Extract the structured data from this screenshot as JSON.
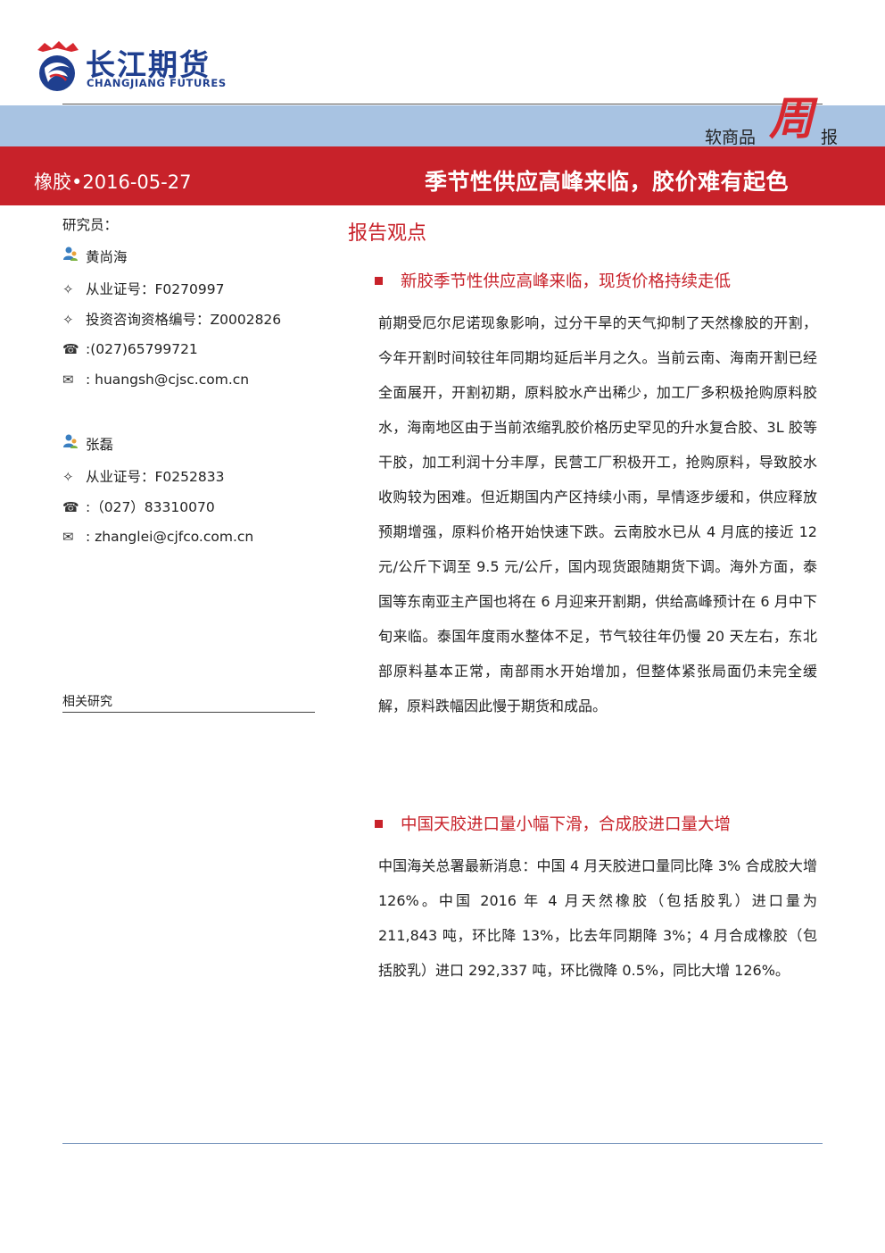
{
  "header": {
    "logo_cn": "长江期货",
    "logo_en": "CHANGJIANG FUTURES",
    "category": "软商品",
    "zhou": "周",
    "bao": "报",
    "dateline": "橡胶•2016-05-27",
    "title": "季节性供应高峰来临，胶价难有起色",
    "colors": {
      "blue_band": "#a8c3e2",
      "red_band": "#c8222a",
      "accent_red": "#d7282f",
      "logo_blue": "#1f3f8f"
    }
  },
  "sidebar": {
    "researcher_label": "研究员：",
    "analysts": [
      {
        "name": "黄尚海",
        "icon": "person-icon",
        "lines": [
          {
            "icon": "diamond-star-icon",
            "glyph": "✧",
            "text": "从业证号：F0270997"
          },
          {
            "icon": "diamond-star-icon",
            "glyph": "✧",
            "text": "投资咨询资格编号：Z0002826"
          },
          {
            "icon": "phone-icon",
            "glyph": "☎",
            "text": ":(027)65799721"
          },
          {
            "icon": "envelope-icon",
            "glyph": "✉",
            "text": ": huangsh@cjsc.com.cn"
          }
        ]
      },
      {
        "name": "张磊",
        "icon": "person-icon",
        "lines": [
          {
            "icon": "diamond-star-icon",
            "glyph": "✧",
            "text": "从业证号：F0252833"
          },
          {
            "icon": "phone-icon",
            "glyph": "☎",
            "text": ":（027）83310070"
          },
          {
            "icon": "envelope-icon",
            "glyph": "✉",
            "text": ": zhanglei@cjfco.com.cn"
          }
        ]
      }
    ],
    "related_label": "相关研究"
  },
  "main": {
    "title": "报告观点",
    "sections": [
      {
        "heading": "新胶季节性供应高峰来临，现货价格持续走低",
        "body": "前期受厄尔尼诺现象影响，过分干旱的天气抑制了天然橡胶的开割，今年开割时间较往年同期均延后半月之久。当前云南、海南开割已经全面展开，开割初期，原料胶水产出稀少，加工厂多积极抢购原料胶水，海南地区由于当前浓缩乳胶价格历史罕见的升水复合胶、3L 胶等干胶，加工利润十分丰厚，民营工厂积极开工，抢购原料，导致胶水收购较为困难。但近期国内产区持续小雨，旱情逐步缓和，供应释放预期增强，原料价格开始快速下跌。云南胶水已从 4 月底的接近 12 元/公斤下调至 9.5 元/公斤，国内现货跟随期货下调。海外方面，泰国等东南亚主产国也将在 6 月迎来开割期，供给高峰预计在 6 月中下旬来临。泰国年度雨水整体不足，节气较往年仍慢 20 天左右，东北部原料基本正常，南部雨水开始增加，但整体紧张局面仍未完全缓解，原料跌幅因此慢于期货和成品。"
      },
      {
        "heading": "中国天胶进口量小幅下滑，合成胶进口量大增",
        "body": "中国海关总署最新消息：中国 4 月天胶进口量同比降 3% 合成胶大增 126%。中国 2016 年 4 月天然橡胶（包括胶乳）进口量为 211,843 吨，环比降 13%，比去年同期降 3%；4 月合成橡胶（包括胶乳）进口 292,337 吨，环比微降 0.5%，同比大增 126%。"
      }
    ]
  }
}
